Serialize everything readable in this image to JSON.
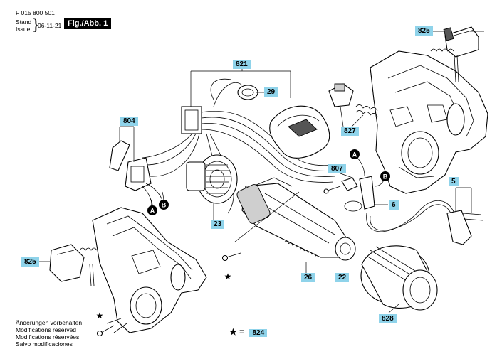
{
  "header": {
    "doc_number": "F 015 800 501",
    "stand": "Stand",
    "issue": "Issue",
    "date": "06-11-21",
    "figure": "Fig./Abb. 1"
  },
  "callouts": {
    "c825_top": "825",
    "c821": "821",
    "c29": "29",
    "c804": "804",
    "c827": "827",
    "c807": "807",
    "c5": "5",
    "c6": "6",
    "c23": "23",
    "c825_left": "825",
    "c26": "26",
    "c22": "22",
    "c828": "828"
  },
  "connectors": {
    "a_left": "A",
    "b_left": "B",
    "a_right": "A",
    "b_right": "B"
  },
  "legend": {
    "star": "★",
    "equals": "=",
    "part": "824"
  },
  "footer": {
    "line1": "Änderungen vorbehalten",
    "line2": "Modifications reserved",
    "line3": "Modifications réservées",
    "line4": "Salvo modificaciones"
  },
  "stars": {
    "s1": "★",
    "s2": "★"
  }
}
